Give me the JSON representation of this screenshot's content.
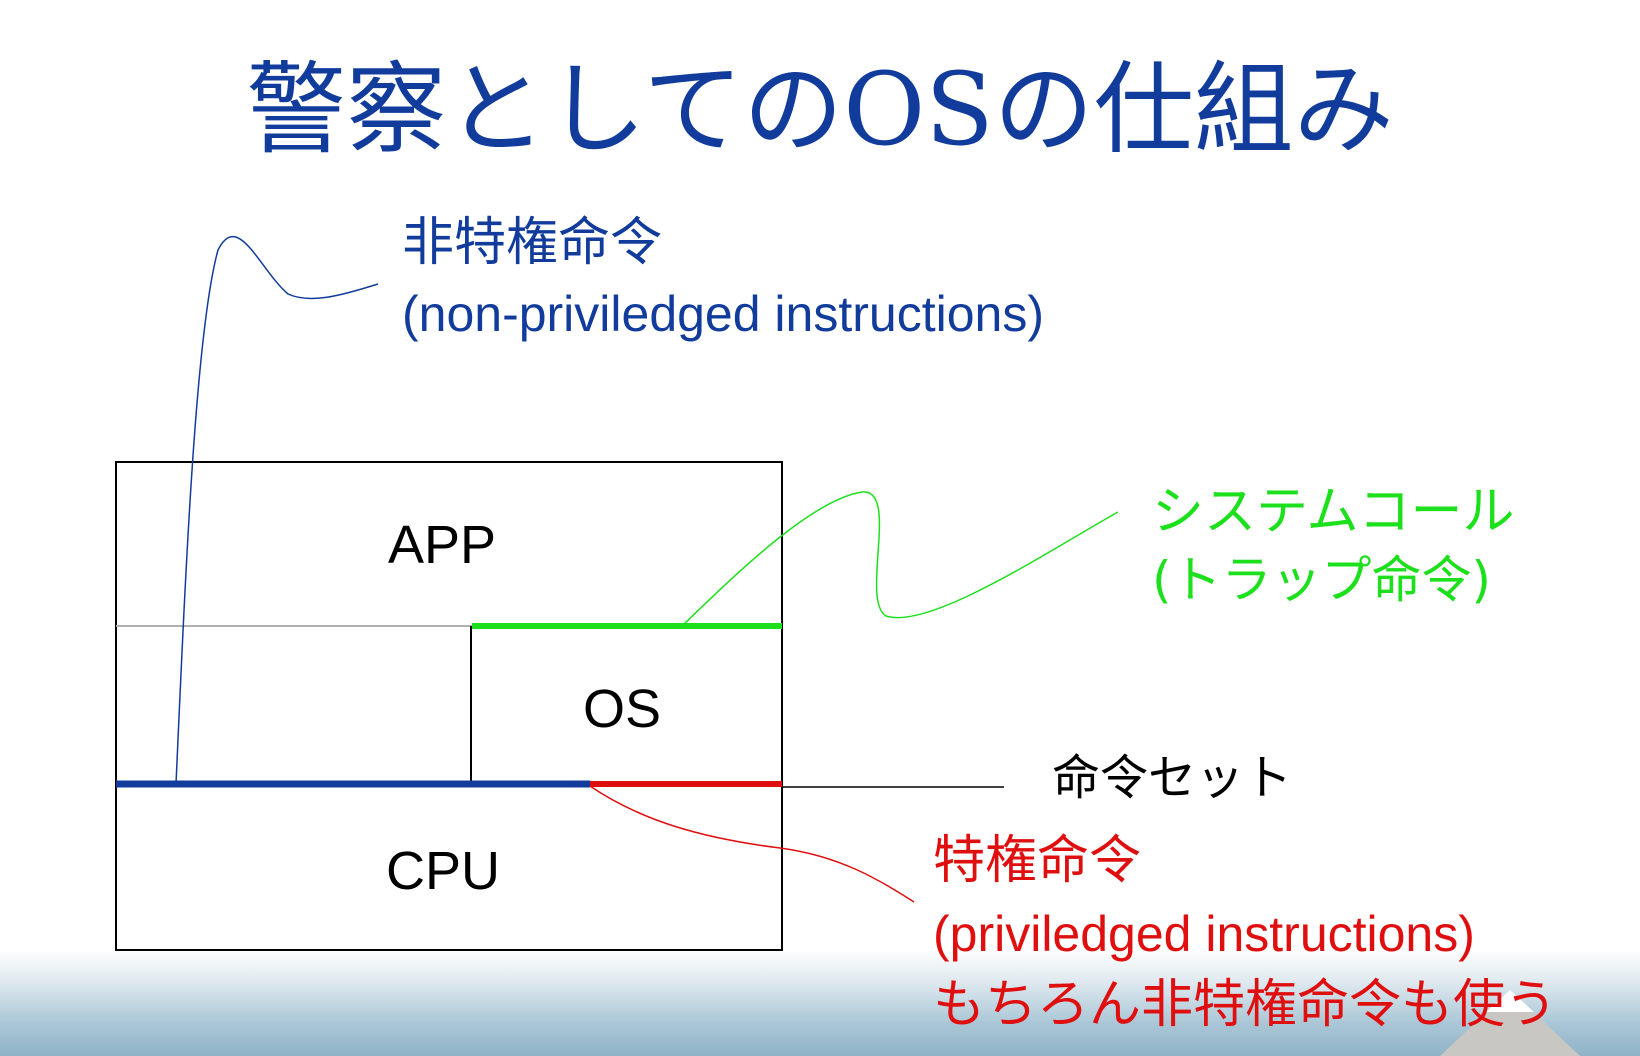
{
  "title": "警察としてのOSの仕組み",
  "boxes": {
    "app": "APP",
    "os": "OS",
    "cpu": "CPU"
  },
  "annotations": {
    "non_privileged": {
      "jp": "非特権命令",
      "en": "(non-priviledged instructions)"
    },
    "system_call": {
      "line1": "システムコール",
      "line2": "(トラップ命令)"
    },
    "instruction_set": "命令セット",
    "privileged": {
      "jp": "特権命令",
      "en": "(priviledged instructions)",
      "note": "もちろん非特権命令も使う"
    }
  },
  "colors": {
    "title": "#123c9c",
    "non_privileged": "#123c9c",
    "system_call": "#1de01d",
    "privileged": "#e00f0f",
    "box_text": "#000000"
  }
}
